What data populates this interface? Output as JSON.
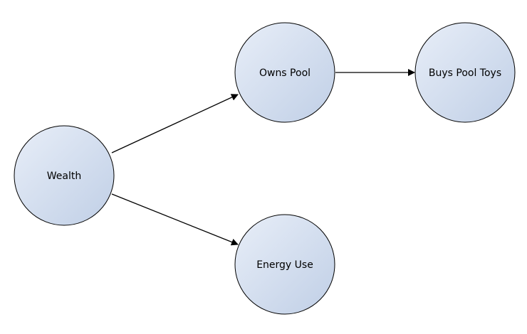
{
  "diagram": {
    "node_fill_light": "#e8eef8",
    "node_fill_dark": "#c0cfe6",
    "stroke_color": "#000000",
    "nodes": [
      {
        "id": "wealth",
        "label": "Wealth"
      },
      {
        "id": "owns-pool",
        "label": "Owns Pool"
      },
      {
        "id": "buys-pool-toys",
        "label": "Buys Pool Toys"
      },
      {
        "id": "energy-use",
        "label": "Energy Use"
      }
    ],
    "edges": [
      {
        "from": "wealth",
        "to": "owns-pool"
      },
      {
        "from": "wealth",
        "to": "energy-use"
      },
      {
        "from": "owns-pool",
        "to": "buys-pool-toys"
      }
    ]
  }
}
